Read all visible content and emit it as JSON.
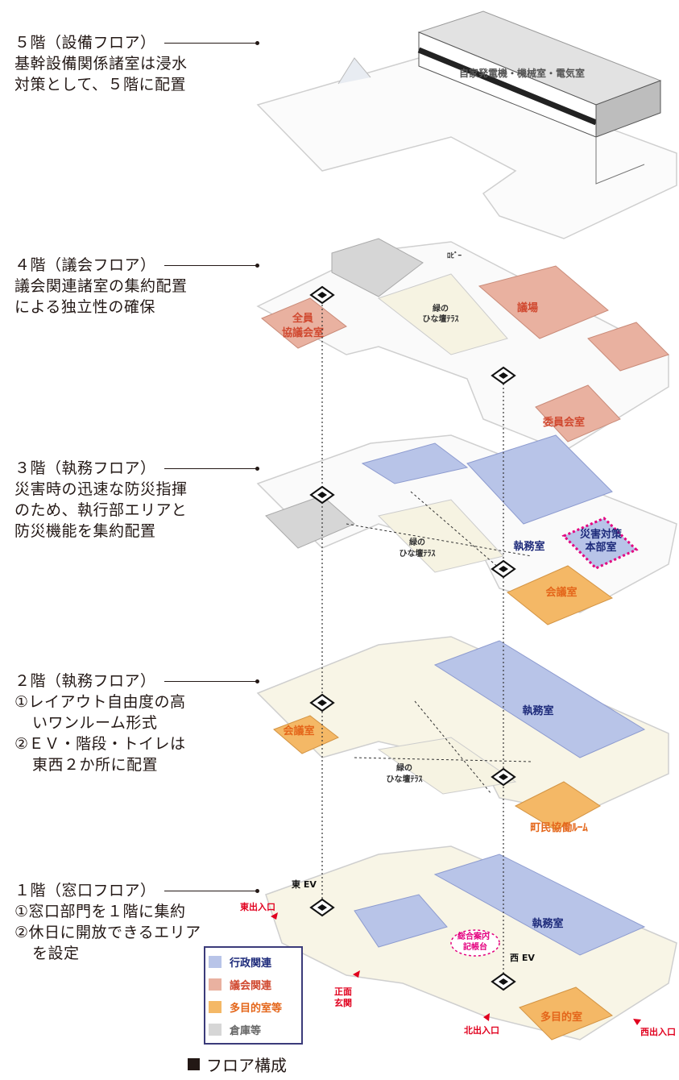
{
  "floors": [
    {
      "heading": "５階（設備フロア）",
      "lines": [
        "基幹設備関係諸室は浸水",
        "対策として、５階に配置"
      ]
    },
    {
      "heading": "４階（議会フロア）",
      "lines": [
        "議会関連諸室の集約配置",
        "による独立性の確保"
      ]
    },
    {
      "heading": "３階（執務フロア）",
      "lines": [
        "災害時の迅速な防災指揮",
        "のため、執行部エリアと",
        "防災機能を集約配置"
      ]
    },
    {
      "heading": "２階（執務フロア）",
      "lines": [
        "①レイアウト自由度の高",
        "いワンルーム形式",
        "②ＥＶ・階段・トイレは",
        "東西２か所に配置"
      ]
    },
    {
      "heading": "１階（窓口フロア）",
      "lines": [
        "①窓口部門を１階に集約",
        "②休日に開放できるエリア",
        "を設定"
      ]
    }
  ],
  "rooms": {
    "f5_equipment": "自家発電機・機械室・電気室",
    "f4_lobby": "ﾛﾋﾞｰ",
    "f4_council_l1": "全員",
    "f4_council_l2": "協議会室",
    "f4_terrace_l1": "緑の",
    "f4_terrace_l2": "ひな壇ﾃﾗｽ",
    "f4_assembly": "議場",
    "f4_committee": "委員会室",
    "f3_office": "執務室",
    "f3_disaster_l1": "災害対策",
    "f3_disaster_l2": "本部室",
    "f3_terrace_l1": "緑の",
    "f3_terrace_l2": "ひな壇ﾃﾗｽ",
    "f3_meeting": "会議室",
    "f2_meeting": "会議室",
    "f2_office": "執務室",
    "f2_terrace_l1": "緑の",
    "f2_terrace_l2": "ひな壇ﾃﾗｽ",
    "f2_collab": "町民協働ﾙｰﾑ",
    "f1_office": "執務室",
    "f1_info_l1": "総合案内",
    "f1_info_l2": "記帳台",
    "f1_multi": "多目的室",
    "east_ev": "東 EV",
    "west_ev": "西 EV"
  },
  "entrances": {
    "east": "東出入口",
    "main_l1": "正面",
    "main_l2": "玄関",
    "north": "北出入口",
    "west": "西出入口"
  },
  "legend": [
    {
      "label": "行政関連",
      "color": "#b8c4e8"
    },
    {
      "label": "議会関連",
      "color": "#e9b1a0"
    },
    {
      "label": "多目的室等",
      "color": "#f4b866"
    },
    {
      "label": "倉庫等",
      "color": "#d6d6d6"
    }
  ],
  "caption": "フロア構成",
  "colors": {
    "admin": "#b8c4e8",
    "council": "#e9b1a0",
    "multi": "#f4b866",
    "storage": "#d6d6d6",
    "accent_red": "#e1001e",
    "pink": "#e4007f",
    "navy": "#1d2a7a",
    "orange_text": "#e4661a",
    "council_text": "#d0482f"
  }
}
